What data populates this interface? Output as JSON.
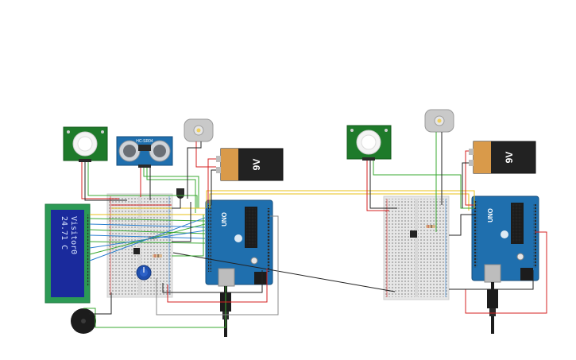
{
  "lcd": {
    "line1": "Visitor0",
    "line2": "24.71 C"
  },
  "batteries": {
    "left_label": "9V",
    "right_label": "9V"
  },
  "arduinos": {
    "left_label": "UNO",
    "right_label": "UNO"
  },
  "ultrasonic": {
    "label": "HC-SR04"
  },
  "colors": {
    "wire_red": "#d42020",
    "wire_black": "#222222",
    "wire_green": "#3aa832",
    "wire_yellow": "#e8c21a",
    "wire_blue": "#2a7fd0",
    "arduino_board": "#1f6fae",
    "pir_board": "#1e7a2a",
    "lcd_bezel": "#2c9a55",
    "lcd_screen": "#1a2a9c",
    "breadboard": "#e6e6e6",
    "battery_body": "#222222",
    "battery_cap": "#d99a4a"
  }
}
